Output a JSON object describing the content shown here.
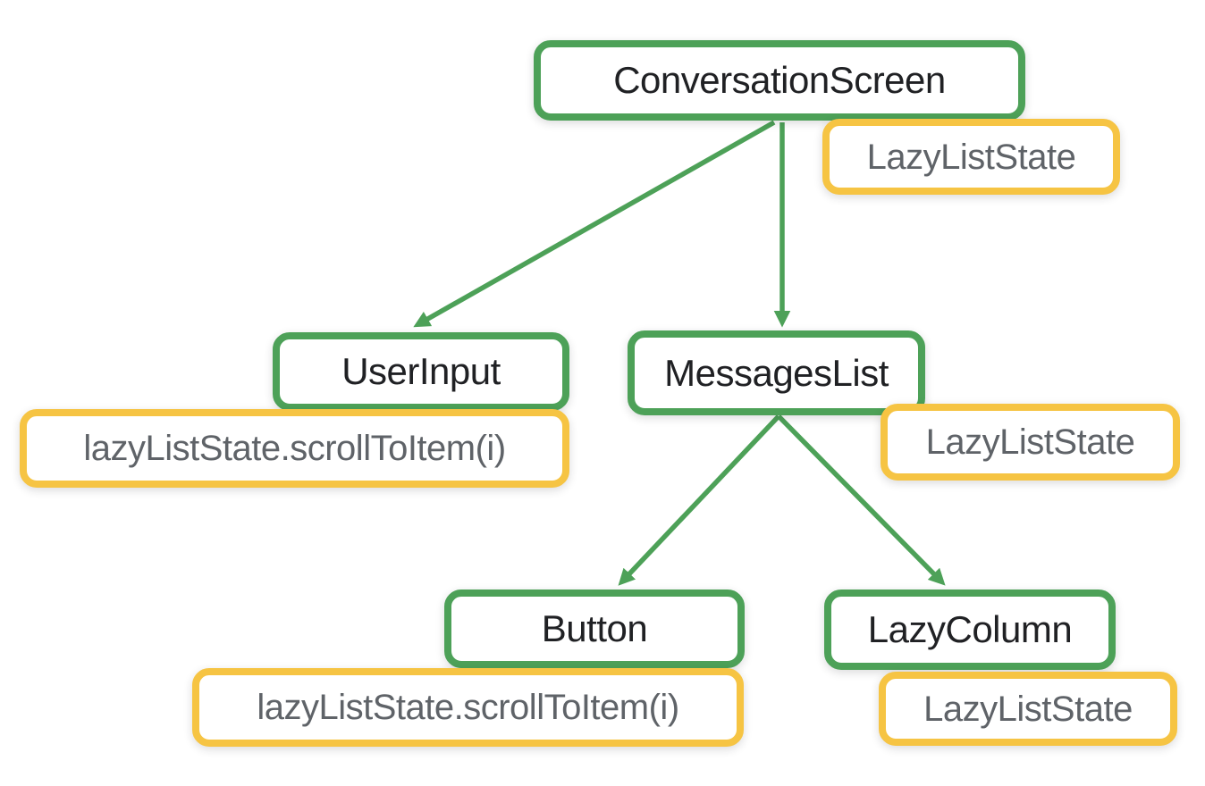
{
  "diagram": {
    "description": "Component tree diagram showing state hoisting of LazyListState",
    "colors": {
      "composable_border": "#4DA158",
      "state_border": "#F6C443",
      "composable_text": "#202124",
      "state_text": "#5F6368",
      "connector": "#4DA158",
      "background": "#FFFFFF"
    },
    "nodes": {
      "conversation_screen": {
        "label": "ConversationScreen",
        "kind": "composable"
      },
      "conversation_screen_state": {
        "label": "LazyListState",
        "kind": "state"
      },
      "user_input": {
        "label": "UserInput",
        "kind": "composable"
      },
      "user_input_state": {
        "label": "lazyListState.scrollToItem(i)",
        "kind": "state"
      },
      "messages_list": {
        "label": "MessagesList",
        "kind": "composable"
      },
      "messages_list_state": {
        "label": "LazyListState",
        "kind": "state"
      },
      "button": {
        "label": "Button",
        "kind": "composable"
      },
      "button_state": {
        "label": "lazyListState.scrollToItem(i)",
        "kind": "state"
      },
      "lazy_column": {
        "label": "LazyColumn",
        "kind": "composable"
      },
      "lazy_column_state": {
        "label": "LazyListState",
        "kind": "state"
      }
    },
    "edges": [
      {
        "from": "ConversationScreen",
        "to": "UserInput"
      },
      {
        "from": "ConversationScreen",
        "to": "MessagesList"
      },
      {
        "from": "MessagesList",
        "to": "Button"
      },
      {
        "from": "MessagesList",
        "to": "LazyColumn"
      }
    ]
  }
}
